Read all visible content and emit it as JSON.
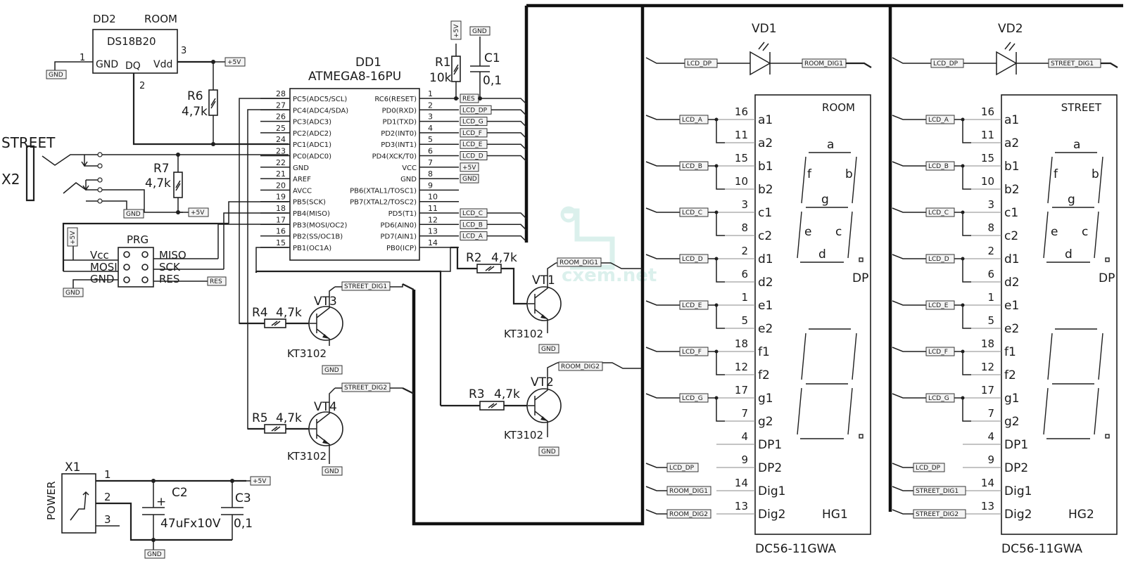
{
  "colors": {
    "ink": "#1f1f1f",
    "tag_fill": "#f4f4f4",
    "watermark": "#bfe4de"
  },
  "watermark": "cxem.net",
  "sensor": {
    "ref": "DD2",
    "room": "ROOM",
    "chip": "DS18B20",
    "gnd": "GND",
    "dq": "DQ",
    "vdd": "Vdd",
    "pin1": "1",
    "pin2": "2",
    "pin3": "3"
  },
  "mcu": {
    "ref": "DD1",
    "part": "ATMEGA8-16PU",
    "left_pins": [
      {
        "num": "28",
        "name": "PC5(ADC5/SCL)"
      },
      {
        "num": "27",
        "name": "PC4(ADC4/SDA)"
      },
      {
        "num": "26",
        "name": "PC3(ADC3)"
      },
      {
        "num": "25",
        "name": "PC2(ADC2)"
      },
      {
        "num": "24",
        "name": "PC1(ADC1)"
      },
      {
        "num": "23",
        "name": "PC0(ADC0)"
      },
      {
        "num": "22",
        "name": "GND"
      },
      {
        "num": "21",
        "name": "AREF"
      },
      {
        "num": "20",
        "name": "AVCC"
      },
      {
        "num": "19",
        "name": "PB5(SCK)"
      },
      {
        "num": "18",
        "name": "PB4(MISO)"
      },
      {
        "num": "17",
        "name": "PB3(MOSI/OC2)"
      },
      {
        "num": "16",
        "name": "PB2(SS/OC1B)"
      },
      {
        "num": "15",
        "name": "PB1(OC1A)"
      }
    ],
    "right_pins": [
      {
        "num": "1",
        "name": "RC6(RESET)"
      },
      {
        "num": "2",
        "name": "PD0(RXD)"
      },
      {
        "num": "3",
        "name": "PD1(TXD)"
      },
      {
        "num": "4",
        "name": "PD2(INT0)"
      },
      {
        "num": "5",
        "name": "PD3(INT1)"
      },
      {
        "num": "6",
        "name": "PD4(XCK/T0)"
      },
      {
        "num": "7",
        "name": "VCC"
      },
      {
        "num": "8",
        "name": "GND"
      },
      {
        "num": "9",
        "name": "PB6(XTAL1/TOSC1)"
      },
      {
        "num": "10",
        "name": "PB7(XTAL2/TOSC2)"
      },
      {
        "num": "11",
        "name": "PD5(T1)"
      },
      {
        "num": "12",
        "name": "PD6(AIN0)"
      },
      {
        "num": "13",
        "name": "PD7(AIN1)"
      },
      {
        "num": "14",
        "name": "PB0(ICP)"
      }
    ],
    "right_tags": [
      "RES",
      "LCD_DP",
      "LCD_G",
      "LCD_F",
      "LCD_E",
      "LCD_D",
      "+5V",
      "GND",
      "",
      "",
      "LCD_C",
      "LCD_B",
      "LCD_A",
      ""
    ]
  },
  "jack": {
    "ref": "X2",
    "name": "STREET"
  },
  "prg": {
    "title": "PRG",
    "vcc": "Vcc",
    "mosi": "MOSI",
    "gnd": "GND",
    "miso": "MISO",
    "sck": "SCK",
    "res": "RES"
  },
  "power": {
    "ref": "X1",
    "label": "POWER",
    "pin1": "1",
    "pin2": "2",
    "pin3": "3"
  },
  "components": {
    "r1": "R1",
    "r1v": "10k",
    "c1": "C1",
    "c1v": "0,1",
    "r6": "R6",
    "r6v": "4,7k",
    "r7": "R7",
    "r7v": "4,7k",
    "r2": "R2",
    "r2v": "4,7k",
    "r3": "R3",
    "r3v": "4,7k",
    "r4": "R4",
    "r4v": "4,7k",
    "r5": "R5",
    "r5v": "4,7k",
    "c2": "C2",
    "c2v": "47uFx10V",
    "c2plus": "+",
    "c3": "C3",
    "c3v": "0,1"
  },
  "transistors": {
    "vt1": "VT1",
    "vt2": "VT2",
    "vt3": "VT3",
    "vt4": "VT4",
    "part": "KT3102"
  },
  "tags": {
    "gnd": "GND",
    "p5v": "+5V",
    "res": "RES",
    "room_dig1": "ROOM_DIG1",
    "room_dig2": "ROOM_DIG2",
    "street_dig1": "STREET_DIG1",
    "street_dig2": "STREET_DIG2",
    "lcd_dp": "LCD_DP"
  },
  "display1": {
    "led": "VD1",
    "hg": "HG1",
    "part": "DC56-11GWA",
    "title": "ROOM",
    "tag_dp": "LCD_DP",
    "tag_out": "ROOM_DIG1",
    "tag_dig1": "ROOM_DIG1",
    "tag_dig2": "ROOM_DIG2"
  },
  "display2": {
    "led": "VD2",
    "hg": "HG2",
    "part": "DC56-11GWA",
    "title": "STREET",
    "tag_dp": "LCD_DP",
    "tag_out": "STREET_DIG1",
    "tag_dig1": "STREET_DIG1",
    "tag_dig2": "STREET_DIG2"
  },
  "display_pins": [
    {
      "name": "a1",
      "num": "16"
    },
    {
      "name": "a2",
      "num": "11"
    },
    {
      "name": "b1",
      "num": "15"
    },
    {
      "name": "b2",
      "num": "10"
    },
    {
      "name": "c1",
      "num": "3"
    },
    {
      "name": "c2",
      "num": "8"
    },
    {
      "name": "d1",
      "num": "2"
    },
    {
      "name": "d2",
      "num": "6"
    },
    {
      "name": "e1",
      "num": "1"
    },
    {
      "name": "e2",
      "num": "5"
    },
    {
      "name": "f1",
      "num": "18"
    },
    {
      "name": "f2",
      "num": "12"
    },
    {
      "name": "g1",
      "num": "17"
    },
    {
      "name": "g2",
      "num": "7"
    },
    {
      "name": "DP1",
      "num": "4"
    },
    {
      "name": "DP2",
      "num": "9"
    },
    {
      "name": "Dig1",
      "num": "14"
    },
    {
      "name": "Dig2",
      "num": "13"
    }
  ],
  "display_seg_tags": [
    "LCD_A",
    "LCD_B",
    "LCD_C",
    "LCD_D",
    "LCD_E",
    "LCD_F",
    "LCD_G"
  ],
  "segment_letters": {
    "a": "a",
    "b": "b",
    "c": "c",
    "d": "d",
    "e": "e",
    "f": "f",
    "g": "g",
    "dp": "DP"
  }
}
